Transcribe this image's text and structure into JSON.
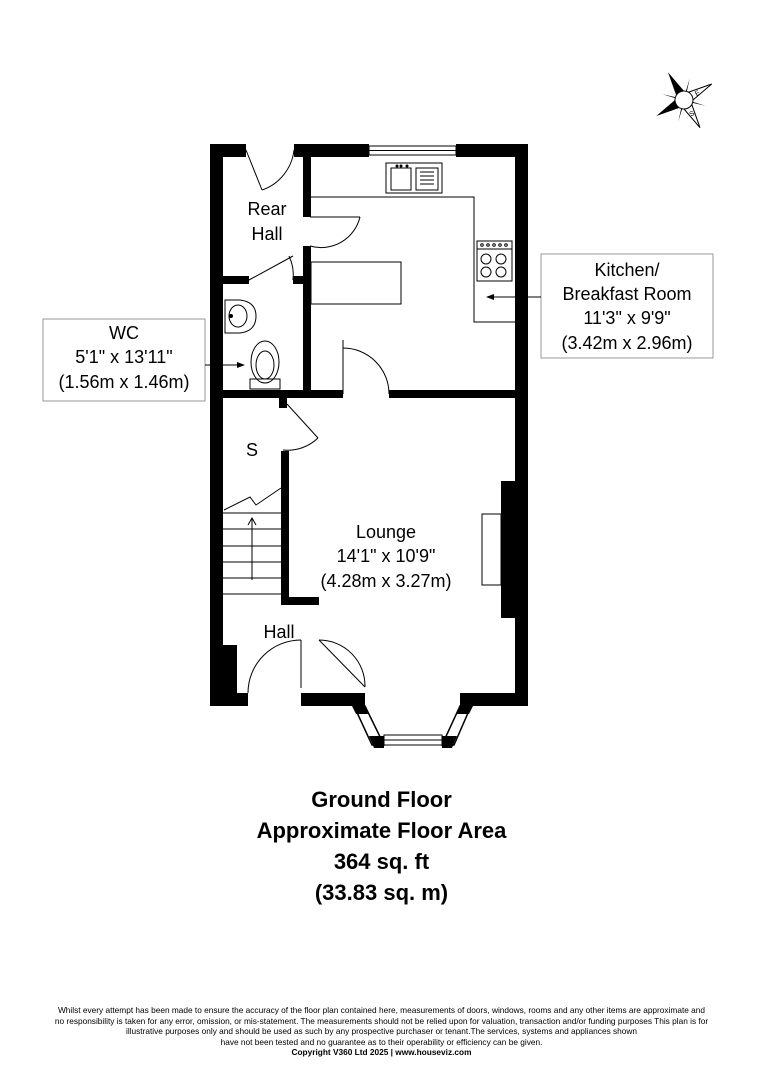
{
  "rooms": {
    "rear_hall": {
      "line1": "Rear",
      "line2": "Hall"
    },
    "kitchen": {
      "line1": "Kitchen/",
      "line2": "Breakfast Room",
      "dim_imperial": "11'3\" x 9'9\"",
      "dim_metric": "(3.42m x 2.96m)"
    },
    "wc": {
      "name": "WC",
      "dim_imperial": "5'1\" x 13'11\"",
      "dim_metric": "(1.56m x 1.46m)"
    },
    "store": {
      "name": "S"
    },
    "lounge": {
      "name": "Lounge",
      "dim_imperial": "14'1\" x 10'9\"",
      "dim_metric": "(4.28m x 3.27m)"
    },
    "hall": {
      "name": "Hall"
    }
  },
  "compass": {
    "letters": [
      "N",
      "E",
      "S",
      "W"
    ]
  },
  "summary": {
    "floor": "Ground Floor",
    "area_title": "Approximate Floor Area",
    "area_sqft": "364 sq. ft",
    "area_sqm": "(33.83 sq. m)"
  },
  "disclaimer": {
    "line1": "Whilst every attempt has been made to ensure the accuracy of the floor plan contained here, measurements of doors, windows, rooms and any other items are approximate and",
    "line2": "no responsibility is taken for any error, omission, or mis-statement.  The measurements should not be relied upon for valuation, transaction and/or funding purposes This plan is for",
    "line3": "illustrative purposes only and should be used as such by any prospective purchaser or tenant.The services, systems and appliances shown",
    "line4": "have not been tested and no guarantee as to their operability or efficiency can be given.",
    "copyright": "Copyright V360 Ltd 2025 | www.houseviz.com"
  }
}
